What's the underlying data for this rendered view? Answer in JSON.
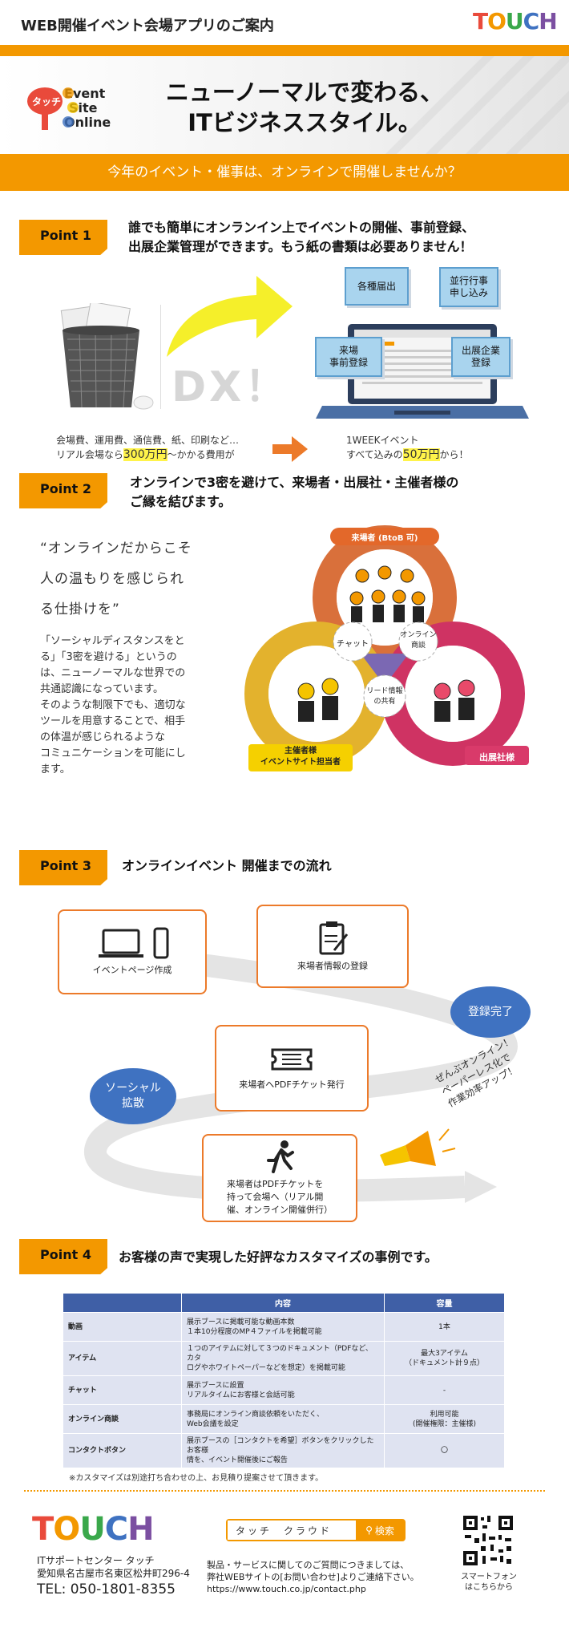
{
  "header": {
    "title": "WEB開催イベント会場アプリのご案内",
    "logo_text": "TOUCH"
  },
  "hero": {
    "title_line1": "ニューノーマルで変わる、",
    "title_line2": "ITビジネススタイル。",
    "logo_badge": "タッチ",
    "logo_words": [
      "Event",
      "Site",
      "Online"
    ]
  },
  "banner": "今年のイベント・催事は、オンラインで開催しませんか？",
  "point1": {
    "tag": "Point 1",
    "text_line1": "誰でも簡単にオンランイン上でイベントの開催、事前登録、",
    "text_line2": "出展企業管理ができます。もう紙の書類は必要ありません！",
    "dx_label": "DX！",
    "boxes": [
      "各種届出",
      "並行行事\n申し込み",
      "来場\n事前登録",
      "出展企業\n登録"
    ],
    "left_caption_line1": "会場費、運用費、通信費、紙、印刷など…",
    "left_caption_pre": "リアル会場なら",
    "left_caption_hl": "300万円",
    "left_caption_post": "〜かかる費用が",
    "right_caption_line1": "1WEEKイベント",
    "right_caption_pre": "すべて込みの",
    "right_caption_hl": "50万円",
    "right_caption_post": "から！"
  },
  "point2": {
    "tag": "Point 2",
    "text_line1": "オンラインで3密を避けて、来場者・出展社・主催者様の",
    "text_line2": "ご縁を結びます。",
    "quote_lines": [
      "“オンラインだからこそ",
      "人の温もりを感じられ",
      "る仕掛けを”"
    ],
    "body_lines": [
      "「ソーシャルディスタンスをと",
      "る」「3密を避ける」というの",
      "は、ニューノーマルな世界での",
      "共通認識になっています。",
      "そのような制限下でも、適切な",
      "ツールを用意することで、相手",
      "の体温が感じられるような",
      "コミュニケーションを可能にし",
      "ます。"
    ],
    "diagram": {
      "visitors": "来場者 (BtoB 可)",
      "organizer_line1": "主催者様",
      "organizer_line2": "イベントサイト担当者",
      "exhibitor": "出展社様",
      "chat": "チャット",
      "online_meeting_line1": "オンライン",
      "online_meeting_line2": "商談",
      "lead_line1": "リード情報",
      "lead_line2": "の共有"
    }
  },
  "point3": {
    "tag": "Point 3",
    "text": "オンラインイベント 開催までの流れ",
    "steps": [
      {
        "label": "イベントページ作成",
        "icon": "laptop-phone-icon"
      },
      {
        "label": "来場者情報の登録",
        "icon": "clipboard-icon"
      },
      {
        "label": "来場者へPDFチケット発行",
        "icon": "ticket-icon"
      },
      {
        "label": "来場者はPDFチケットを\n持って会場へ（リアル開\n催、オンライン開催併行）",
        "icon": "running-person-icon"
      }
    ],
    "bubble_done": "登録完了",
    "bubble_social": "ソーシャル\n拡散",
    "note_lines": [
      "ぜんぶオンライン！",
      "ペーパーレス化で",
      "作業効率アップ！"
    ]
  },
  "point4": {
    "tag": "Point 4",
    "text": "お客様の声で実現した好評なカスタマイズの事例です。",
    "table": {
      "headers": [
        "",
        "内容",
        "容量"
      ],
      "rows": [
        [
          "動画",
          "展示ブースに掲載可能な動画本数\n１本10分程度のMP４ファイルを掲載可能",
          "1本"
        ],
        [
          "アイテム",
          "１つのアイテムに対して３つのドキュメント（PDFなど、カタ\nログやホワイトペーパーなどを想定）を掲載可能",
          "最大3アイテム\n（ドキュメント計９点）"
        ],
        [
          "チャット",
          "展示ブースに設置\nリアルタイムにお客様と会話可能",
          "-"
        ],
        [
          "オンライン商談",
          "事務局にオンライン商談依頼をいただく、\nWeb会議を設定",
          "利用可能\n(開催権限：主催様)"
        ],
        [
          "コンタクトボタン",
          "展示ブースの［コンタクトを希望］ボタンをクリックしたお客様\n情を、イベント開催後にご報告",
          "〇"
        ]
      ],
      "note": "※カスタマイズは別途打ち合わせの上、お見積り提案させて頂きます。"
    }
  },
  "footer": {
    "logo_text": "TOUCH",
    "company": "ITサポートセンター タッチ",
    "address": "愛知県名古屋市名東区松井町296-4",
    "tel": "TEL: 050-1801-8355",
    "search_value": "タッチ　クラウド",
    "search_button": "検索",
    "contact_line1": "製品・サービスに関してのご質問につきましては、",
    "contact_line2": "弊社WEBサイトの[お問い合わせ]よりご連絡下さい。",
    "contact_url": "https://www.touch.co.jp/contact.php",
    "qr_caption_line1": "スマートフォン",
    "qr_caption_line2": "はこちらから"
  },
  "colors": {
    "orange": "#f39800",
    "blue": "#3f72c1",
    "table_header": "#3f5fa6",
    "table_cell": "#dfe3f1"
  }
}
